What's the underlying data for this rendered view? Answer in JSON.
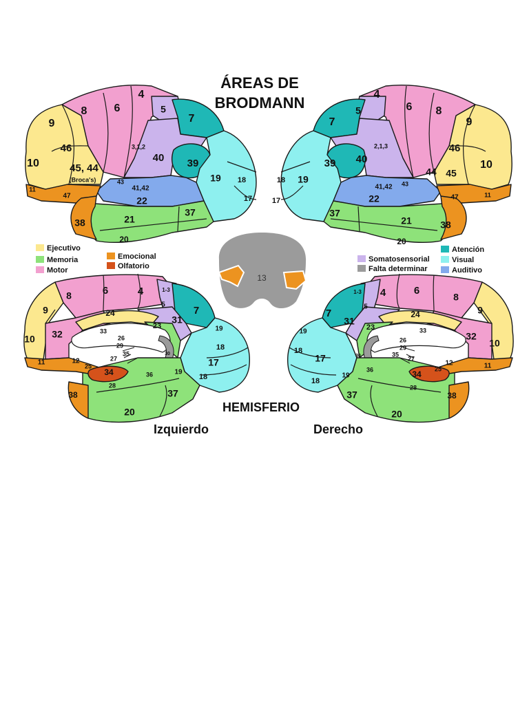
{
  "title": {
    "line1": "ÁREAS DE",
    "line2": "BRODMANN"
  },
  "captions": {
    "hemisphere": "HEMISFERIO",
    "left": "Izquierdo",
    "right": "Derecho"
  },
  "colors": {
    "executive": "#fce88f",
    "memory": "#8ee27a",
    "motor": "#f2a0cf",
    "emotional": "#ec9320",
    "olfactory": "#d5521b",
    "somato": "#cbb4ec",
    "undetermined": "#9b9b9b",
    "attention": "#1fb8b6",
    "visual": "#8ef0ef",
    "auditory": "#83aaec",
    "outline": "#1a1a1a"
  },
  "legend_left": [
    {
      "label": "Ejecutivo",
      "color": "#fce88f"
    },
    {
      "label": "Memoria",
      "color": "#8ee27a"
    },
    {
      "label": "Motor",
      "color": "#f2a0cf"
    }
  ],
  "legend_mid": [
    {
      "label": "Emocional",
      "color": "#ec9320"
    },
    {
      "label": "Olfatorio",
      "color": "#d5521b"
    }
  ],
  "legend_right_a": [
    {
      "label": "Somatosensorial",
      "color": "#cbb4ec"
    },
    {
      "label": "Falta determinar",
      "color": "#9b9b9b"
    }
  ],
  "legend_right_b": [
    {
      "label": "Atención",
      "color": "#1fb8b6"
    },
    {
      "label": "Visual",
      "color": "#8ef0ef"
    },
    {
      "label": "Auditivo",
      "color": "#83aaec"
    }
  ],
  "lateral_labels": {
    "a4": "4",
    "a6": "6",
    "a8": "8",
    "a9": "9",
    "a46": "46",
    "a10": "10",
    "a4544": "45, 44",
    "a4544_left": "45, 44",
    "broca": "(Broca's)",
    "a44": "44",
    "a45": "45",
    "a11": "11",
    "a47": "47",
    "a38": "38",
    "a21": "21",
    "a20": "20",
    "a22": "22",
    "a4142": "41,42",
    "a43": "43",
    "a40": "40",
    "a312": "3,1,2",
    "a213": "2,1,3",
    "a5": "5",
    "a7": "7",
    "a39": "39",
    "a19": "19",
    "a18": "18",
    "a17": "17",
    "a37": "37"
  },
  "medial_labels": {
    "a6": "6",
    "a4": "4",
    "a13": "1-3",
    "a5": "5",
    "a8": "8",
    "a9": "9",
    "a7": "7",
    "a24": "24",
    "a31": "31",
    "a23": "23",
    "a32": "32",
    "a33": "33",
    "a10": "10",
    "a26": "26",
    "a29": "29",
    "a30": "30",
    "a35": "35",
    "a27": "27",
    "a11": "11",
    "a12": "12",
    "a25": "25",
    "a34": "34",
    "a28": "28",
    "a36": "36",
    "a19": "19",
    "a18": "18",
    "a17": "17",
    "a37": "37",
    "a38": "38",
    "a20": "20"
  },
  "insula_label": "13"
}
